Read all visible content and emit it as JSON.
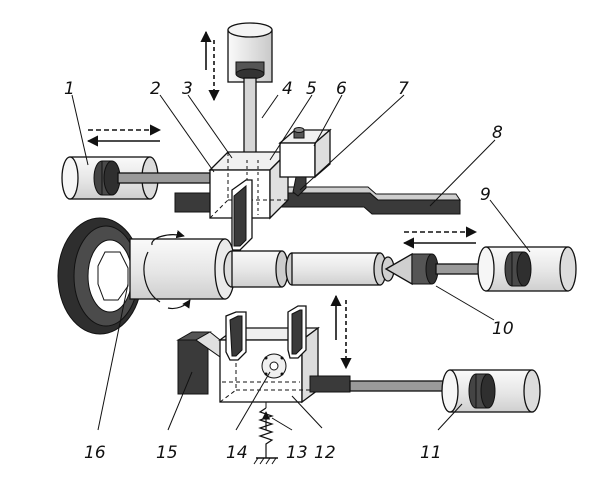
{
  "labels": {
    "l1": "1",
    "l2": "2",
    "l3": "3",
    "l4": "4",
    "l5": "5",
    "l6": "6",
    "l7": "7",
    "l8": "8",
    "l9": "9",
    "l10": "10",
    "l11": "11",
    "l12": "12",
    "l13": "13",
    "l14": "14",
    "l15": "15",
    "l16": "16"
  },
  "colors": {
    "dark": "#3a3a3a",
    "shade": "#d9d9d9",
    "light": "#f2f2f2",
    "line": "#111111"
  }
}
